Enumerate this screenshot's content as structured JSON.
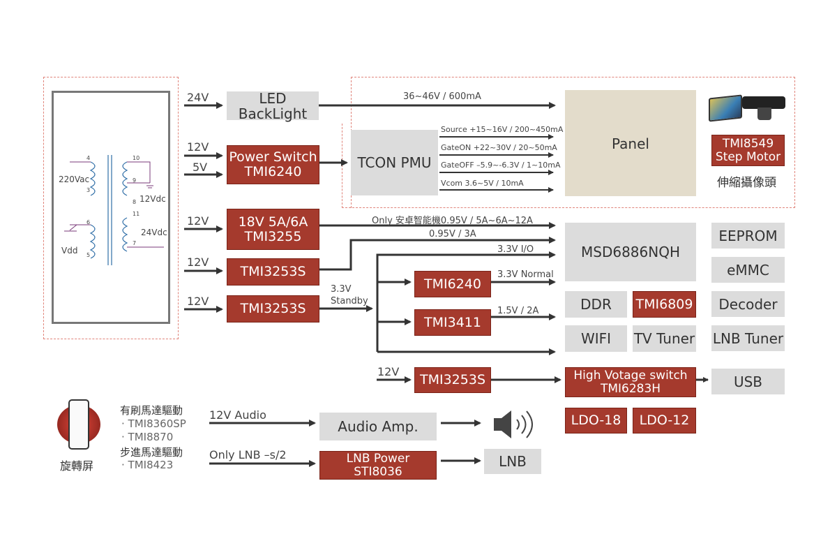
{
  "blocks": {
    "led_backlight": "LED BackLight",
    "power_switch": [
      "Power Switch",
      "TMI6240"
    ],
    "tcon_pmu": "TCON PMU",
    "panel": "Panel",
    "tmi8549": [
      "TMI8549",
      "Step Motor"
    ],
    "camera_caption": "伸縮攝像頭",
    "tmi3255": [
      "18V 5A/6A",
      "TMI3255"
    ],
    "tmi3253s_1": "TMI3253S",
    "tmi3253s_2": "TMI3253S",
    "tmi3253s_3": "TMI3253S",
    "tmi6240": "TMI6240",
    "tmi3411": "TMI3411",
    "msd": "MSD6886NQH",
    "ddr": "DDR",
    "tmi6809": "TMI6809",
    "wifi": "WIFI",
    "tv_tuner": "TV Tuner",
    "eeprom": "EEPROM",
    "emmc": "eMMC",
    "decoder": "Decoder",
    "lnb_tuner": "LNB Tuner",
    "hv_switch": [
      "High Votage switch",
      "TMI6283H"
    ],
    "usb": "USB",
    "ldo18": "LDO-18",
    "ldo12": "LDO-12",
    "audio_amp": "Audio Amp.",
    "lnb_power": [
      "LNB Power",
      "STI8036"
    ],
    "lnb": "LNB"
  },
  "labels": {
    "v24": "24V",
    "v12a": "12V",
    "v5": "5V",
    "v12b": "12V",
    "v12c": "12V",
    "v12d": "12V",
    "v12e": "12V",
    "backlight_out": "36~46V / 600mA",
    "source": "Source +15~16V / 200~450mA",
    "gateon": "GateON  +22~30V / 20~50mA",
    "gateoff": "GateOFF –5.9~-6.3V / 1~10mA",
    "vcom": "Vcom 3.6~5V / 10mA",
    "only_an": "Only 安卓智能機0.95V / 5A~6A~12A",
    "v095": "0.95V / 3A",
    "v33io": "3.3V  I/O",
    "v33normal": "3.3V Normal",
    "v15": "1.5V / 2A",
    "v33": "3.3V",
    "standby": "Standby",
    "audio_in": "12V Audio",
    "lnb_in": "Only LNB –s/2"
  },
  "transformer": {
    "v220": "220Vac",
    "v12": "12Vdc",
    "v24": "24Vdc",
    "vdd": "Vdd",
    "pins": [
      "4",
      "3",
      "6",
      "5",
      "10",
      "9",
      "8",
      "11",
      "7"
    ]
  },
  "motor": {
    "brush_title": "有刷馬達驅動",
    "brush_items": [
      "· TMI8360SP",
      "· TMI8870"
    ],
    "step_title": "步進馬達驅動",
    "step_items": [
      "· TMI8423"
    ],
    "rotate_label": "旋轉屏"
  },
  "colors": {
    "red_block": "#a53a2d",
    "gray_block": "#dcdcdc",
    "panel": "#e3dccb",
    "arrow": "#333333",
    "dashed": "#e0847a"
  }
}
